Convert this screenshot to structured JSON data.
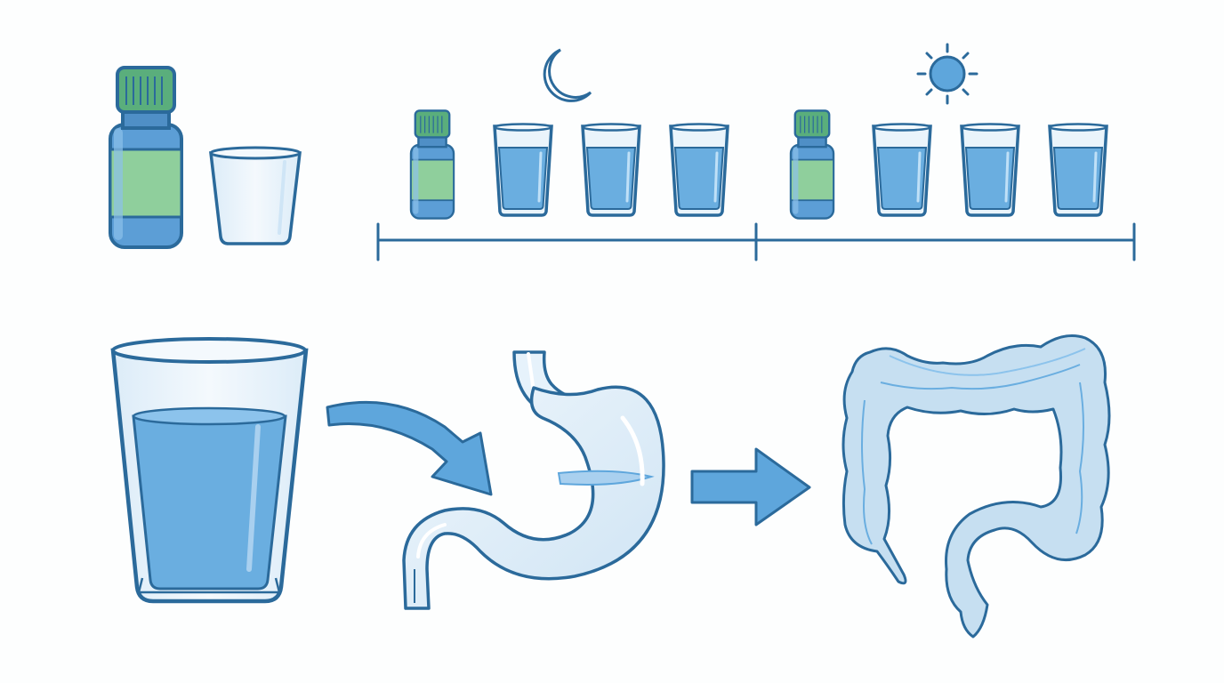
{
  "colors": {
    "outline": "#2b6a9b",
    "water": "#6aaee0",
    "water_light": "#a9d0ef",
    "glass": "#eaf4fb",
    "bottle_body": "#5c9ed6",
    "bottle_cap": "#5aae7c",
    "bottle_label": "#8fcf9c",
    "arrow": "#5ea6dc",
    "organ_fill": "#c6dff1",
    "stomach_fill": "#dcecf8",
    "sun": "#5ea6dc",
    "moon": "#5ea6dc",
    "background": "#fdfefe"
  },
  "icons": {
    "supply_bottle": "medicine-bottle-icon",
    "supply_cup": "empty-cup-icon",
    "evening": "moon-icon",
    "morning": "sun-icon",
    "dose_bottle": "medicine-bottle-icon",
    "dose_water": "water-glass-icon",
    "large_glass": "water-glass-icon",
    "stomach": "stomach-icon",
    "colon": "colon-icon",
    "arrow": "arrow-icon"
  },
  "schedule": {
    "groups": [
      {
        "period": "evening",
        "icon": "moon-icon",
        "bottles": 1,
        "glasses": 3
      },
      {
        "period": "morning",
        "icon": "sun-icon",
        "bottles": 1,
        "glasses": 3
      }
    ]
  }
}
